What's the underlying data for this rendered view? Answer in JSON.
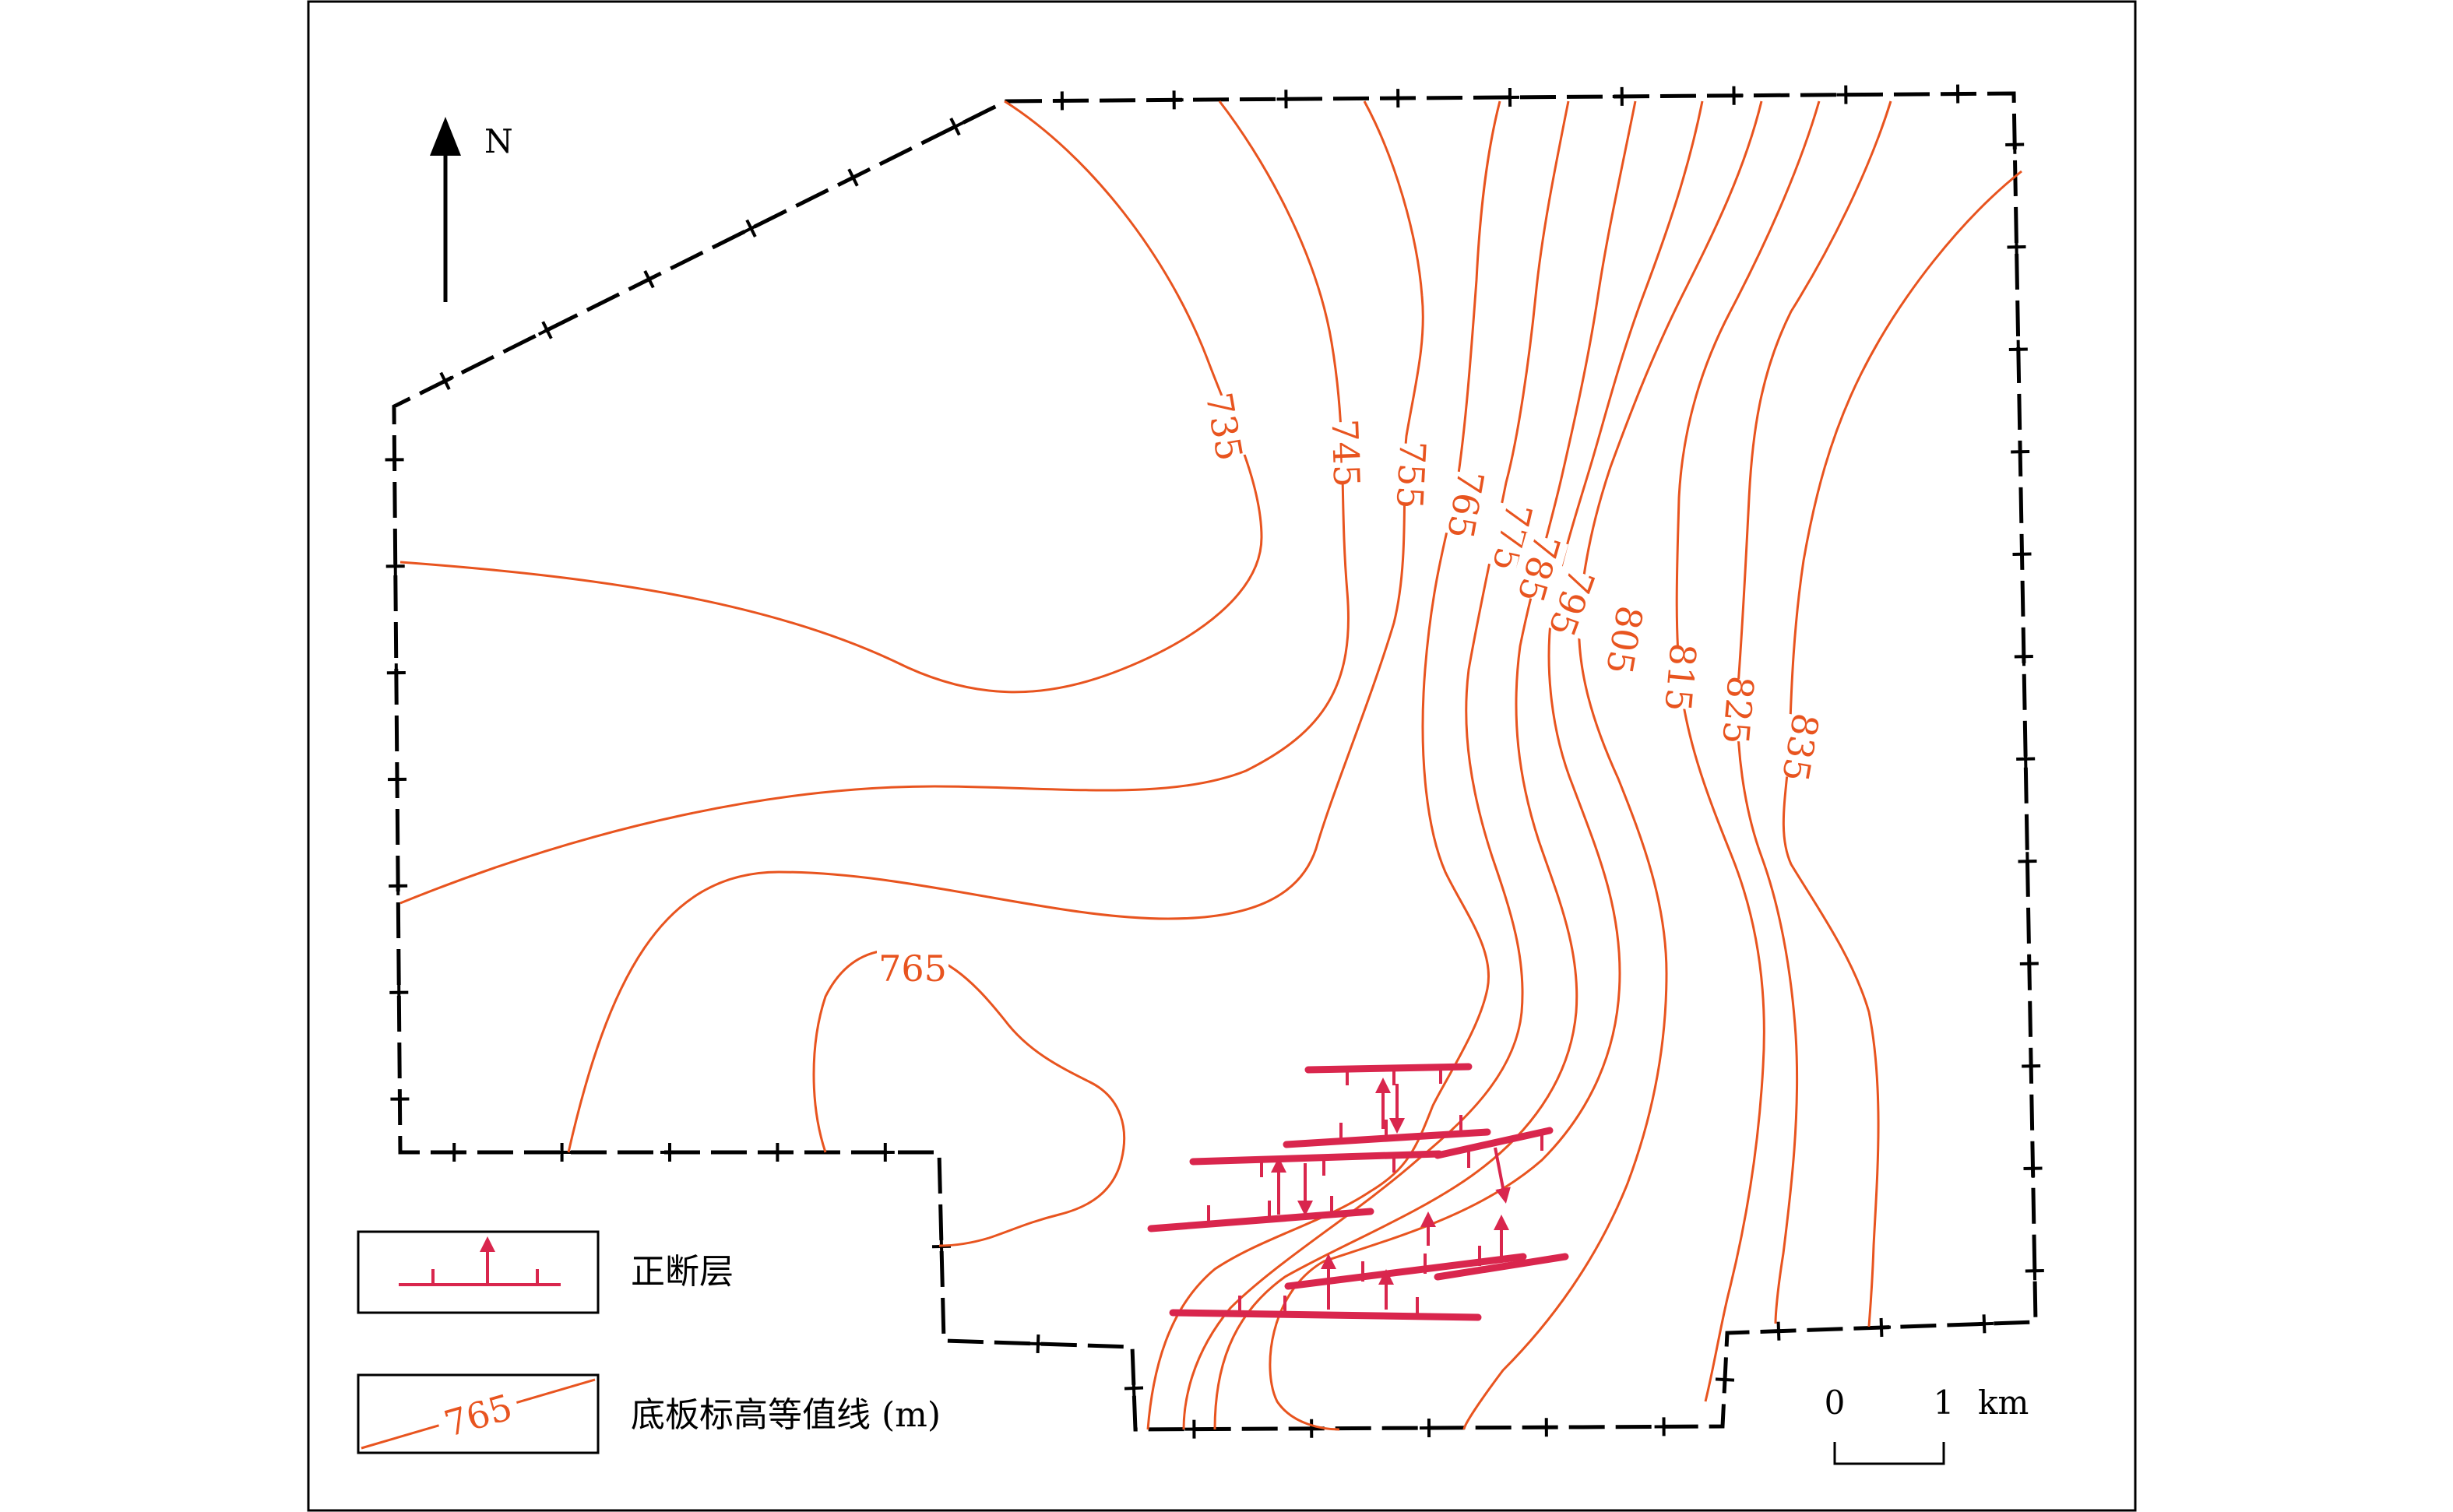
{
  "colors": {
    "contour": "#e8541f",
    "fault": "#d9264d",
    "boundary": "#000000"
  },
  "north_label": "N",
  "contour_labels": [
    "735",
    "745",
    "755",
    "765",
    "775",
    "785",
    "795",
    "805",
    "815",
    "825",
    "835",
    "765"
  ],
  "legend": {
    "fault_label": "正断层",
    "contour_sample_value": "765",
    "contour_label": "底板标高等值线 (m)"
  },
  "scale": {
    "zero": "0",
    "one": "1",
    "unit": "km"
  },
  "icons": {
    "north": "north-arrow-icon",
    "fault": "normal-fault-symbol",
    "contour": "contour-line-symbol"
  }
}
